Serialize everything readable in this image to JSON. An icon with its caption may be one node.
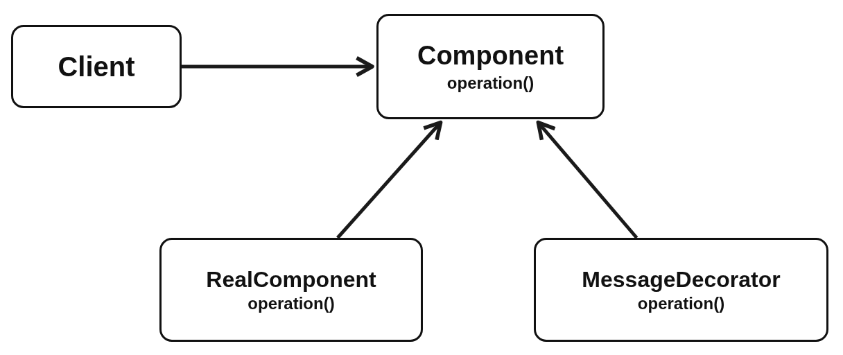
{
  "diagram": {
    "nodes": [
      {
        "text": [
          "Client"
        ]
      },
      {
        "text": [
          "Component",
          "operation()"
        ]
      },
      {
        "text": [
          "RealComponent",
          "operation()"
        ]
      },
      {
        "text": [
          "MessageDecorator",
          "operation()"
        ]
      }
    ],
    "edges": [
      {
        "from": 0,
        "to": 1,
        "arrow": "to"
      },
      {
        "from": 2,
        "to": 1,
        "arrow": "to"
      },
      {
        "from": 3,
        "to": 1,
        "arrow": "to"
      }
    ]
  }
}
